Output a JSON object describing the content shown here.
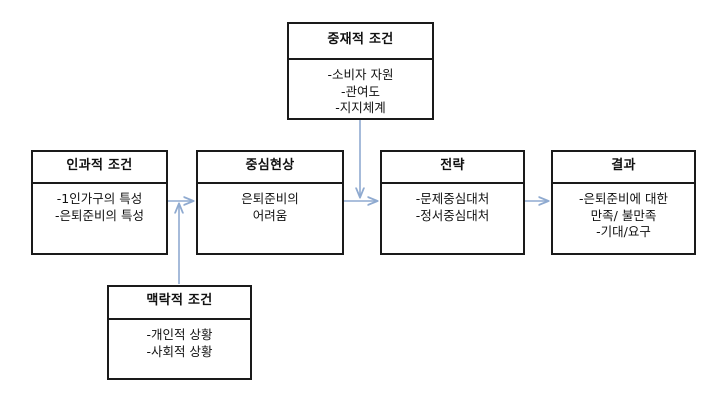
{
  "diagram": {
    "type": "paradigm-model-flow",
    "title": "",
    "background_color": "#ffffff",
    "box_border_color": "#1a1a1a",
    "arrow_color": "#8faad0",
    "nodes": [
      {
        "id": "intervening",
        "header": "중재적 조건",
        "lines": [
          "-소비자 자원",
          "-관여도",
          "-지지체계"
        ]
      },
      {
        "id": "causal",
        "header": "인과적 조건",
        "lines": [
          "-1인가구의 특성",
          "-은퇴준비의 특성"
        ]
      },
      {
        "id": "central",
        "header": "중심현상",
        "lines": [
          "은퇴준비의",
          "어려움"
        ]
      },
      {
        "id": "strategy",
        "header": "전략",
        "lines": [
          "-문제중심대처",
          "-정서중심대처"
        ]
      },
      {
        "id": "result",
        "header": "결과",
        "lines": [
          "-은퇴준비에 대한",
          "만족/ 불만족",
          "-기대/요구"
        ]
      },
      {
        "id": "context",
        "header": "맥락적 조건",
        "lines": [
          "-개인적 상황",
          "-사회적 상황"
        ]
      }
    ],
    "edges": [
      {
        "id": "causal-to-central",
        "from": "causal",
        "to": "central",
        "direction": "right"
      },
      {
        "id": "context-to-central",
        "from": "context",
        "to": "central",
        "direction": "up-then-right"
      },
      {
        "id": "intervening-to-strategy",
        "from": "intervening",
        "to": "strategy",
        "direction": "down-then-right"
      },
      {
        "id": "central-to-strategy",
        "from": "central",
        "to": "strategy",
        "direction": "right"
      },
      {
        "id": "strategy-to-result",
        "from": "strategy",
        "to": "result",
        "direction": "right"
      }
    ]
  }
}
